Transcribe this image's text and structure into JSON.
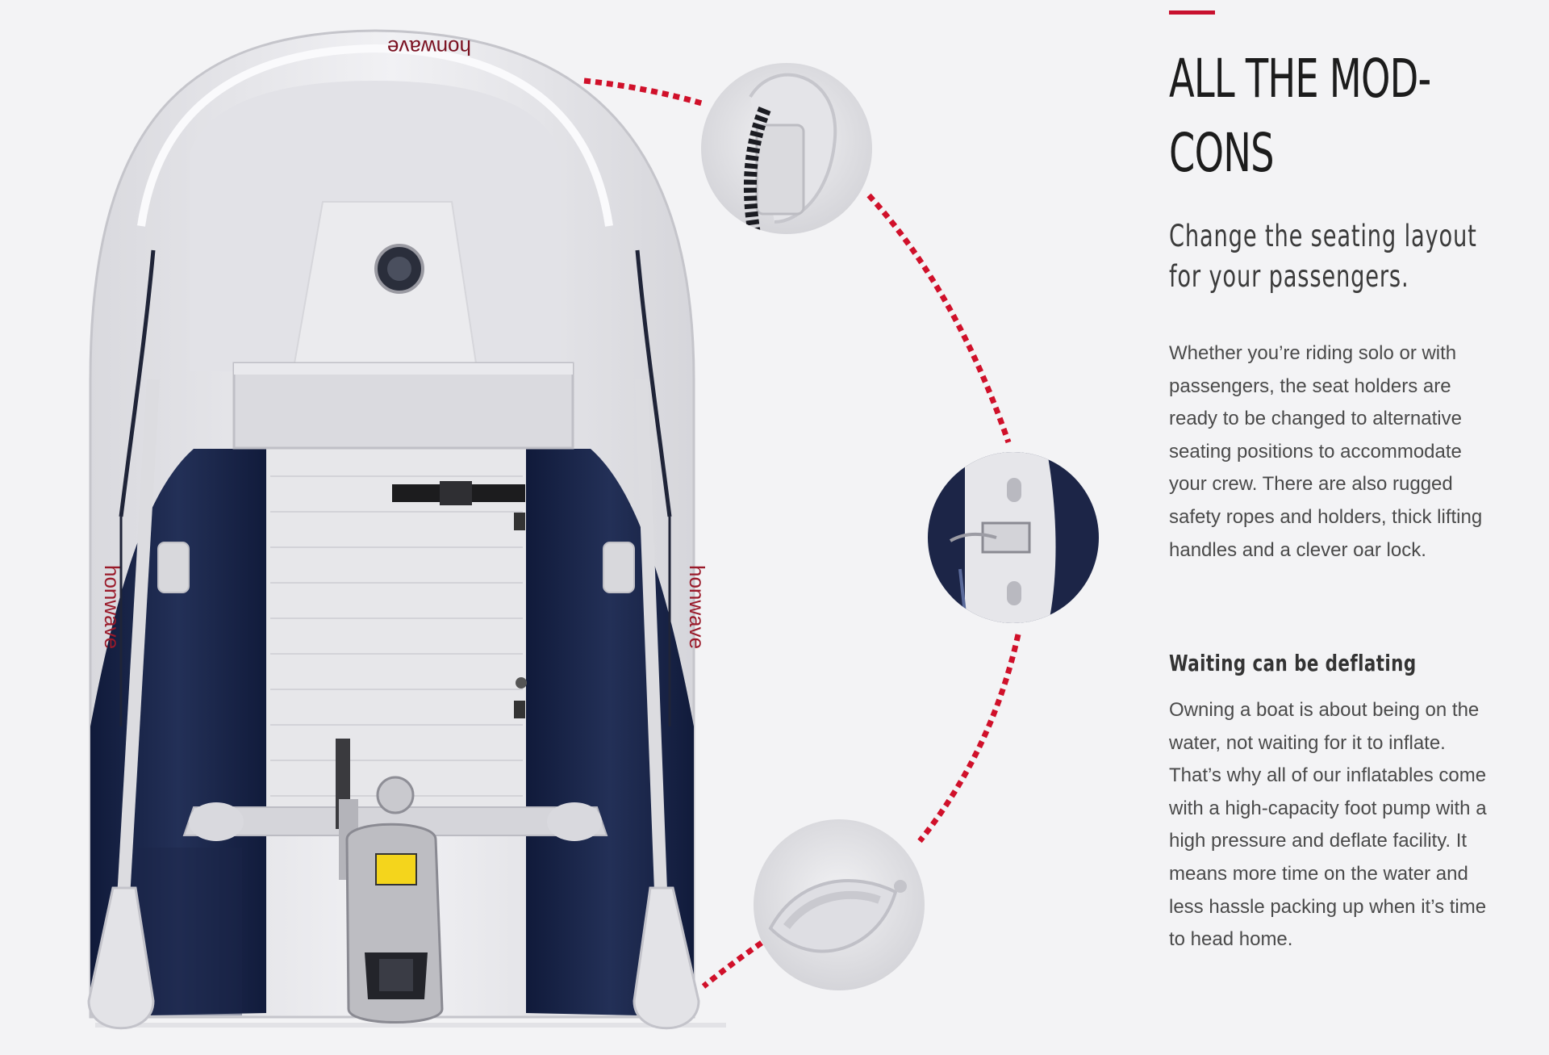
{
  "accent_color": "#c8102e",
  "brand_mark": "honwave",
  "heading": "ALL THE MOD-CONS",
  "subheading": "Change the seating layout for your passengers.",
  "intro": "Whether you’re riding solo or with passengers, the seat holders are ready to be changed to alternative seating positions to accommodate your crew. There are also rugged safety ropes and holders, thick lifting handles and a clever oar lock.",
  "section2": {
    "title": "Waiting can be deflating",
    "body": "Owning a boat is about being on the water, not waiting for it to inflate. That’s why all of our inflatables come with a high-capacity foot pump with a high pressure and deflate facility. It means more time on the water and less hassle packing up when it’s time to head home."
  },
  "detail_icons": [
    "rope-holder-icon",
    "oar-lock-icon",
    "lifting-handle-icon"
  ]
}
